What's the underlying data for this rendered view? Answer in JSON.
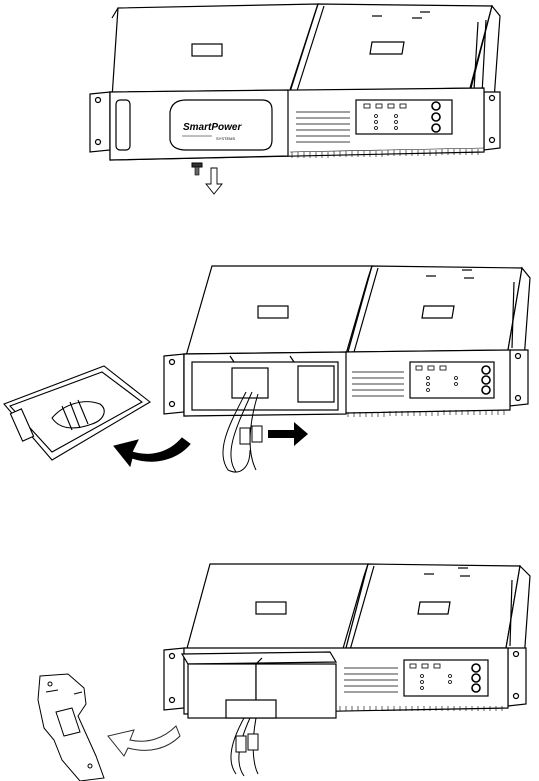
{
  "steps": [
    {
      "id": "step-1",
      "logo_primary": "SmartPower",
      "logo_secondary": "SYSTEMS"
    },
    {
      "id": "step-2"
    },
    {
      "id": "step-3"
    }
  ],
  "colors": {
    "line": "#000000",
    "fill": "#ffffff",
    "arrow_dark": "#000000",
    "arrow_light_stroke": "#2b2b2b"
  },
  "icons": [
    "down-arrow-icon",
    "curved-arrow-icon",
    "right-arrow-icon",
    "screw-icon"
  ]
}
